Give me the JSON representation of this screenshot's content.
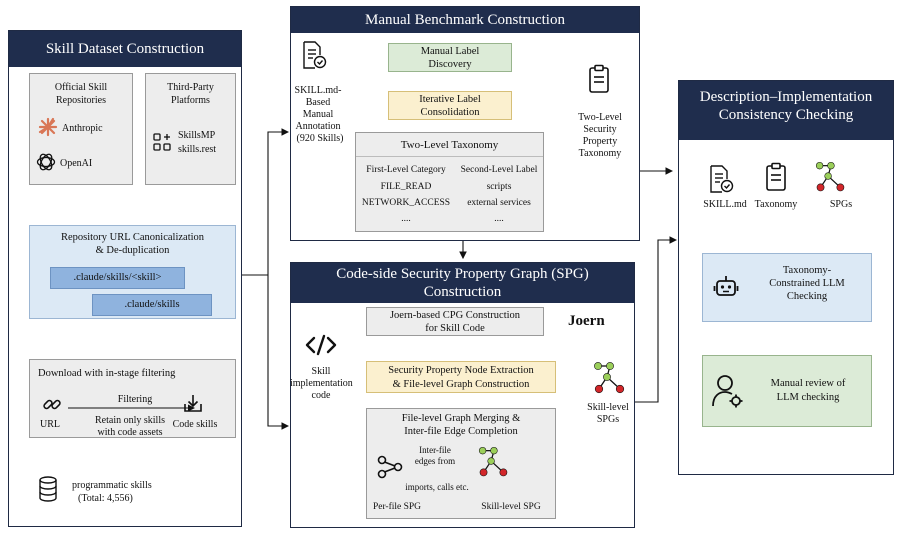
{
  "skill_dataset": {
    "title": "Skill Dataset Construction",
    "official": {
      "title_line1": "Official Skill",
      "title_line2": "Repositories",
      "anthropic": "Anthropic",
      "openai": "OpenAI"
    },
    "third_party": {
      "title_line1": "Third-Party",
      "title_line2": "Platforms",
      "skillsmp": "SkillsMP",
      "skills_rest": "skills.rest"
    },
    "canonicalization": {
      "line1": "Repository URL Canonicalization",
      "line2": "& De-duplication",
      "path1": ".claude/skills/<skill>",
      "path2": ".claude/skills"
    },
    "download": {
      "title": "Download with in-stage filtering",
      "filtering": "Filtering",
      "retain_line1": "Retain only skills",
      "retain_line2": "with code assets",
      "url": "URL",
      "code_skills": "Code skills"
    },
    "result": {
      "line1": "programmatic skills",
      "line2": "(Total: 4,556)"
    }
  },
  "manual_benchmark": {
    "title": "Manual Benchmark Construction",
    "annotation": {
      "line1": "SKILL.md-",
      "line2": "Based",
      "line3": "Manual",
      "line4": "Annotation",
      "line5": "(920 Skills)"
    },
    "discovery": {
      "line1": "Manual Label",
      "line2": "Discovery"
    },
    "consolidation": {
      "line1": "Iterative Label",
      "line2": "Consolidation"
    },
    "taxonomy_out": {
      "line1": "Two-Level",
      "line2": "Security",
      "line3": "Property",
      "line4": "Taxonomy"
    },
    "taxonomy_table": {
      "title": "Two-Level Taxonomy",
      "headers": [
        "First-Level Category",
        "Second-Level Label"
      ],
      "rows": [
        [
          "FILE_READ",
          "scripts"
        ],
        [
          "NETWORK_ACCESS",
          "external services"
        ],
        [
          "....",
          "...."
        ]
      ]
    }
  },
  "spg": {
    "title_line1": "Code-side Security Property Graph (SPG)",
    "title_line2": "Construction",
    "joern_cpg": {
      "line1": "Joern-based CPG Construction",
      "line2": "for Skill Code"
    },
    "joern_label": "Joern",
    "skill_code": {
      "line1": "Skill",
      "line2": "implementation",
      "line3": "code"
    },
    "node_extraction": {
      "line1": "Security Property Node Extraction",
      "line2": "& File-level Graph Construction"
    },
    "skill_level_out": {
      "line1": "Skill-level",
      "line2": "SPGs"
    },
    "merging": {
      "line1": "File-level Graph Merging &",
      "line2": "Inter-file Edge Completion",
      "edges_line1": "Inter-file",
      "edges_line2": "edges from",
      "edges_line3": "imports, calls etc.",
      "per_file": "Per-file SPG",
      "skill_level": "Skill-level SPG"
    }
  },
  "consistency": {
    "title_line1": "Description–Implementation",
    "title_line2": "Consistency Checking",
    "inputs": {
      "skill_md": "SKILL.md",
      "taxonomy": "Taxonomy",
      "spgs": "SPGs"
    },
    "llm_check": {
      "line1": "Taxonomy-",
      "line2": "Constrained LLM",
      "line3": "Checking"
    },
    "review": {
      "line1": "Manual review of",
      "line2": "LLM checking"
    }
  },
  "colors": {
    "title_bar": "#1f2d4d",
    "gray_box": "#ededed",
    "blue_box": "#dce9f5",
    "green_box": "#dcebd7",
    "yellow_box": "#fbf0cf",
    "node_green": "#9bcf5a",
    "node_red": "#d2262a",
    "anthropic": "#d97757"
  },
  "icons": [
    "anthropic-icon",
    "openai-icon",
    "plugin-icon",
    "link-icon",
    "download-icon",
    "database-icon",
    "document-check-icon",
    "clipboard-icon",
    "code-icon",
    "graph-icon",
    "share-icon",
    "robot-icon",
    "user-gear-icon"
  ]
}
